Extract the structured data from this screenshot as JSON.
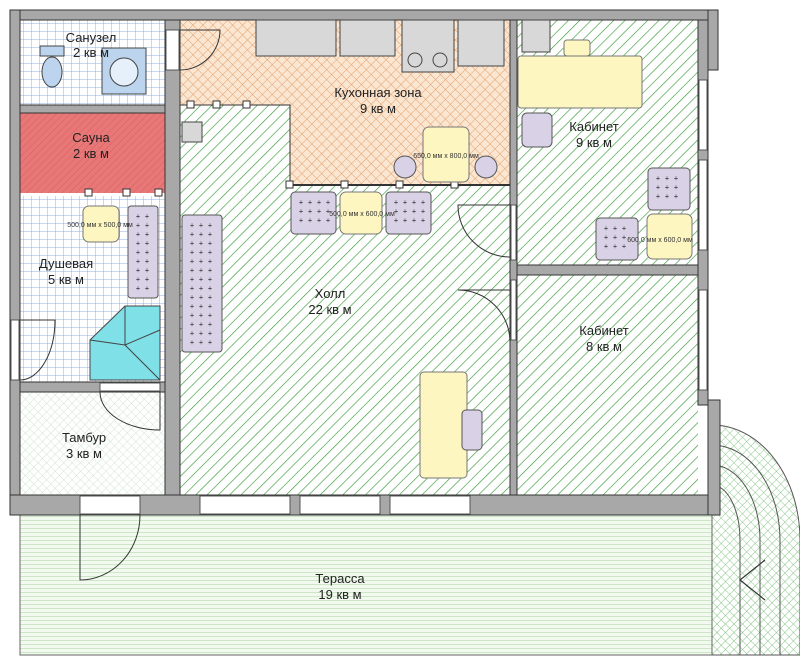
{
  "rooms": {
    "bathroom": {
      "name": "Санузел",
      "area": "2 кв м"
    },
    "sauna": {
      "name": "Сауна",
      "area": "2 кв м"
    },
    "shower": {
      "name": "Душевая",
      "area": "5 кв м"
    },
    "vestibule": {
      "name": "Тамбур",
      "area": "3 кв м"
    },
    "kitchen": {
      "name": "Кухонная зона",
      "area": "9 кв м"
    },
    "hall": {
      "name": "Холл",
      "area": "22 кв м"
    },
    "office1": {
      "name": "Кабинет",
      "area": "9 кв м"
    },
    "office2": {
      "name": "Кабинет",
      "area": "8 кв м"
    },
    "terrace": {
      "name": "Терасса",
      "area": "19 кв м"
    }
  },
  "furniture_dimensions": {
    "kitchen_table": "650,0 мм x 800,0 мм",
    "hall_table": "500,0 мм x 600,0 мм",
    "shower_table": "500,0 мм x 500,0 мм",
    "office_table": "600,0 мм x 600,0 мм"
  },
  "colors": {
    "wall": "#a8a8a8",
    "hatch_green": "#3a9a3a",
    "kitchen_hatch": "#e2a06a",
    "sauna": "#e87878",
    "tile_blue": "#8fb0e0",
    "furniture": "#d9d2e6",
    "table": "#fdf6c0"
  }
}
